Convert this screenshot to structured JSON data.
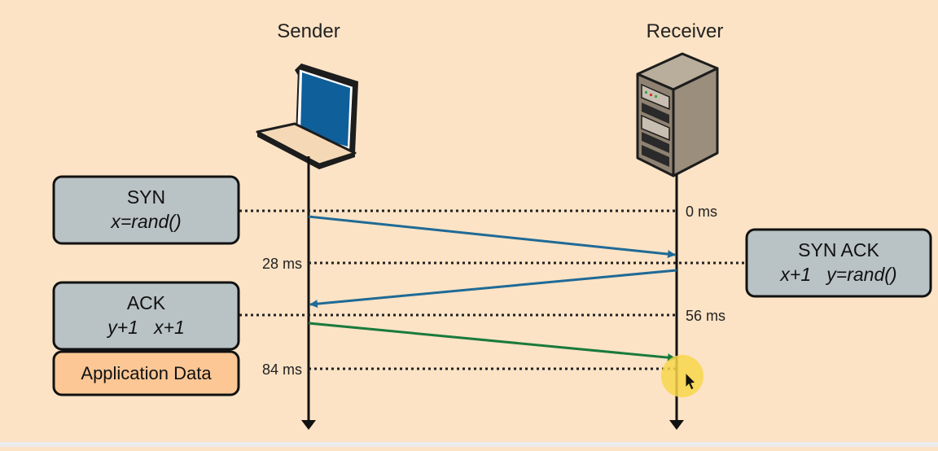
{
  "participants": {
    "sender": {
      "label": "Sender"
    },
    "receiver": {
      "label": "Receiver"
    }
  },
  "timeline": {
    "t0": "0 ms",
    "t28": "28 ms",
    "t56": "56 ms",
    "t84": "84 ms"
  },
  "boxes": {
    "syn": {
      "title": "SYN",
      "subtitle": "x=rand()"
    },
    "synack": {
      "title": "SYN ACK",
      "subtitle": "x+1   y=rand()"
    },
    "ack": {
      "title": "ACK",
      "subtitle": "y+1   x+1"
    },
    "appdata": {
      "title": "Application Data"
    }
  },
  "colors": {
    "background": "#fce3c5",
    "box_gray": "#b9c2c4",
    "box_orange": "#fcc795",
    "arrow_blue": "#1f6a96",
    "arrow_green": "#1a7a3c",
    "cursor_highlight": "#f7d64a"
  },
  "icons": {
    "sender": "laptop-icon",
    "receiver": "server-tower-icon"
  }
}
